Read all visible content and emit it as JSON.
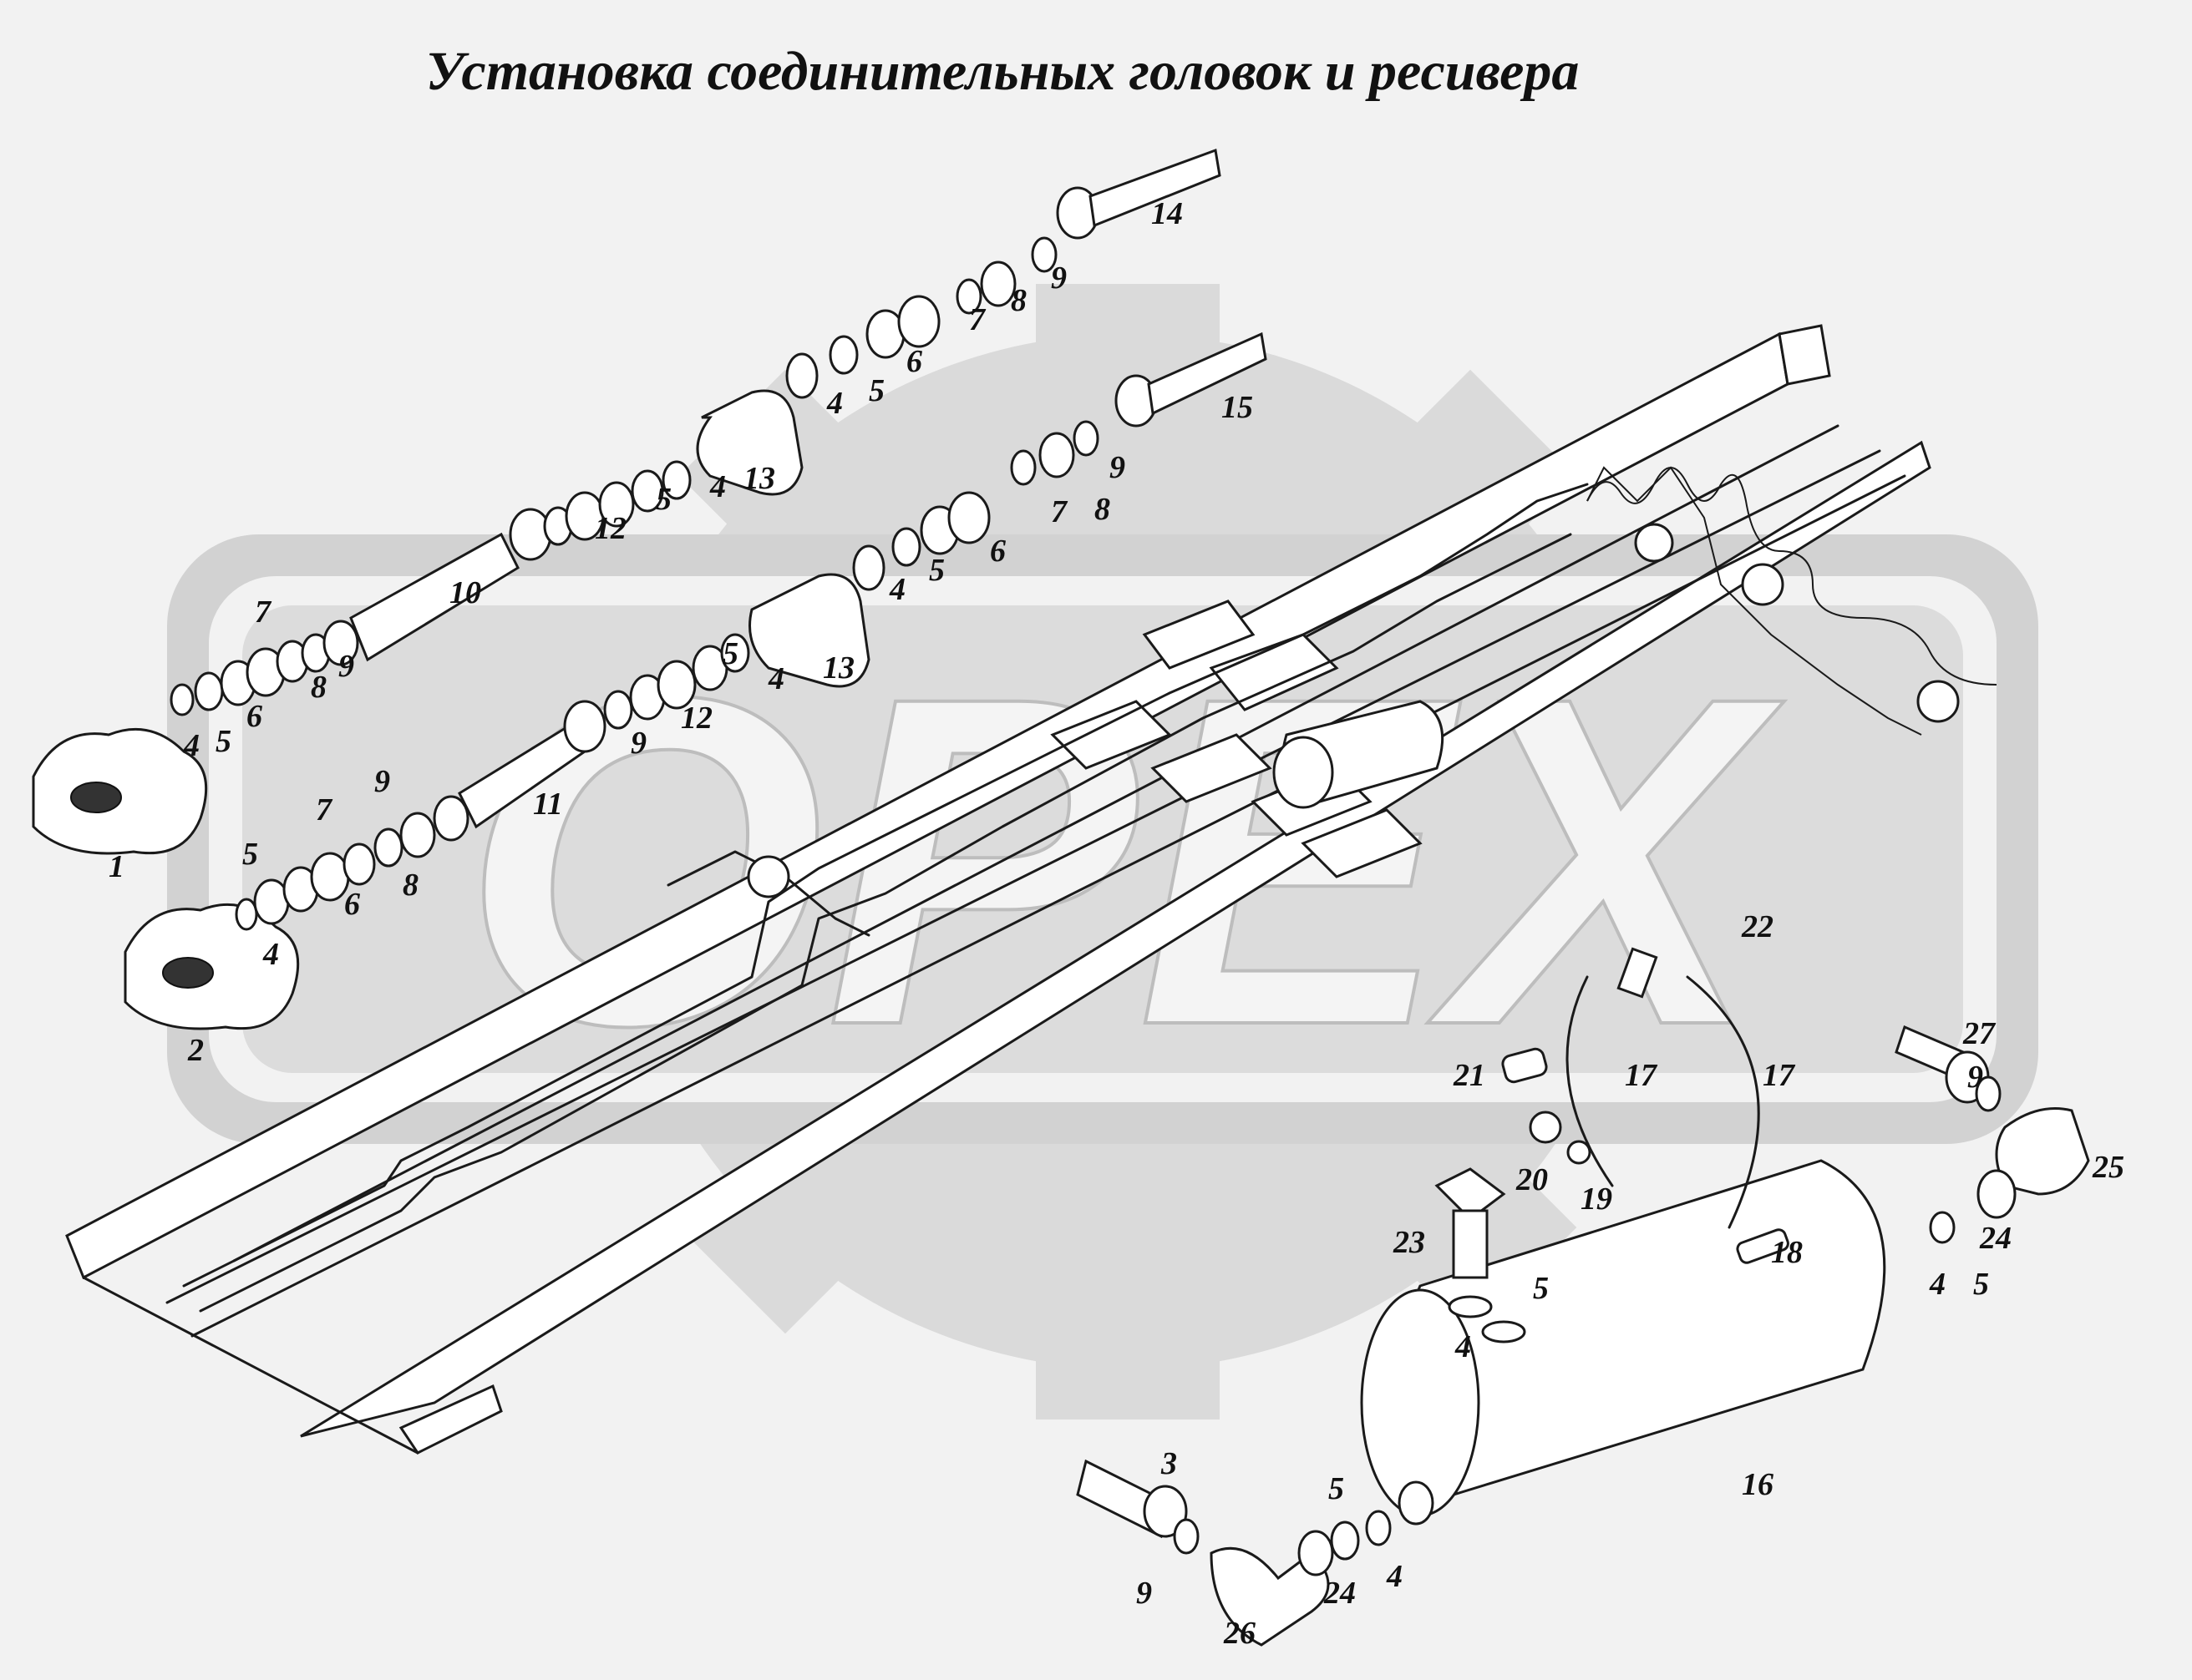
{
  "title": "Установка соединительных головок и ресивера",
  "watermark": {
    "text": "OPEX",
    "color": "#d9d9d9"
  },
  "callouts": [
    "1",
    "2",
    "3",
    "4",
    "5",
    "6",
    "7",
    "8",
    "9",
    "10",
    "11",
    "12",
    "13",
    "14",
    "15",
    "16",
    "17",
    "18",
    "19",
    "20",
    "21",
    "22",
    "23",
    "24",
    "25",
    "26",
    "27"
  ],
  "colors": {
    "line": "#1a1a1a",
    "background": "#f2f2f2",
    "watermark": "#d9d9d9"
  }
}
